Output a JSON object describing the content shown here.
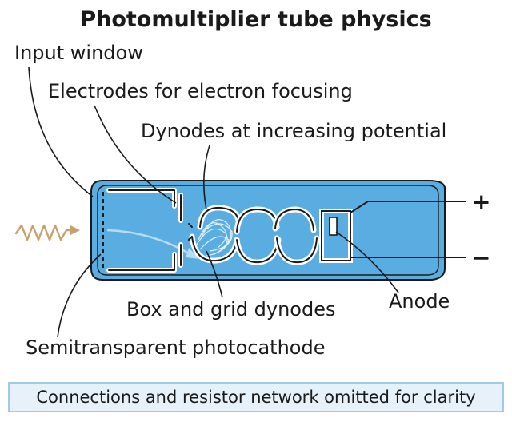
{
  "title": "Photomultiplier tube physics",
  "labels": {
    "input_window": "Input window",
    "electrodes": "Electrodes for electron focusing",
    "dynodes": "Dynodes at increasing potential",
    "box_grid": "Box and grid dynodes",
    "anode": "Anode",
    "photocathode": "Semitransparent photocathode"
  },
  "terminals": {
    "positive": "+",
    "negative": "−"
  },
  "footnote": "Connections and resistor network omitted for clarity",
  "colors": {
    "tube_fill": "#5aade0",
    "light_wave": "#c9a06a",
    "footnote_bg": "#e6f1f9",
    "footnote_border": "#9ecbe6"
  },
  "icons": {
    "incoming_light": "wavy-arrow-icon"
  }
}
